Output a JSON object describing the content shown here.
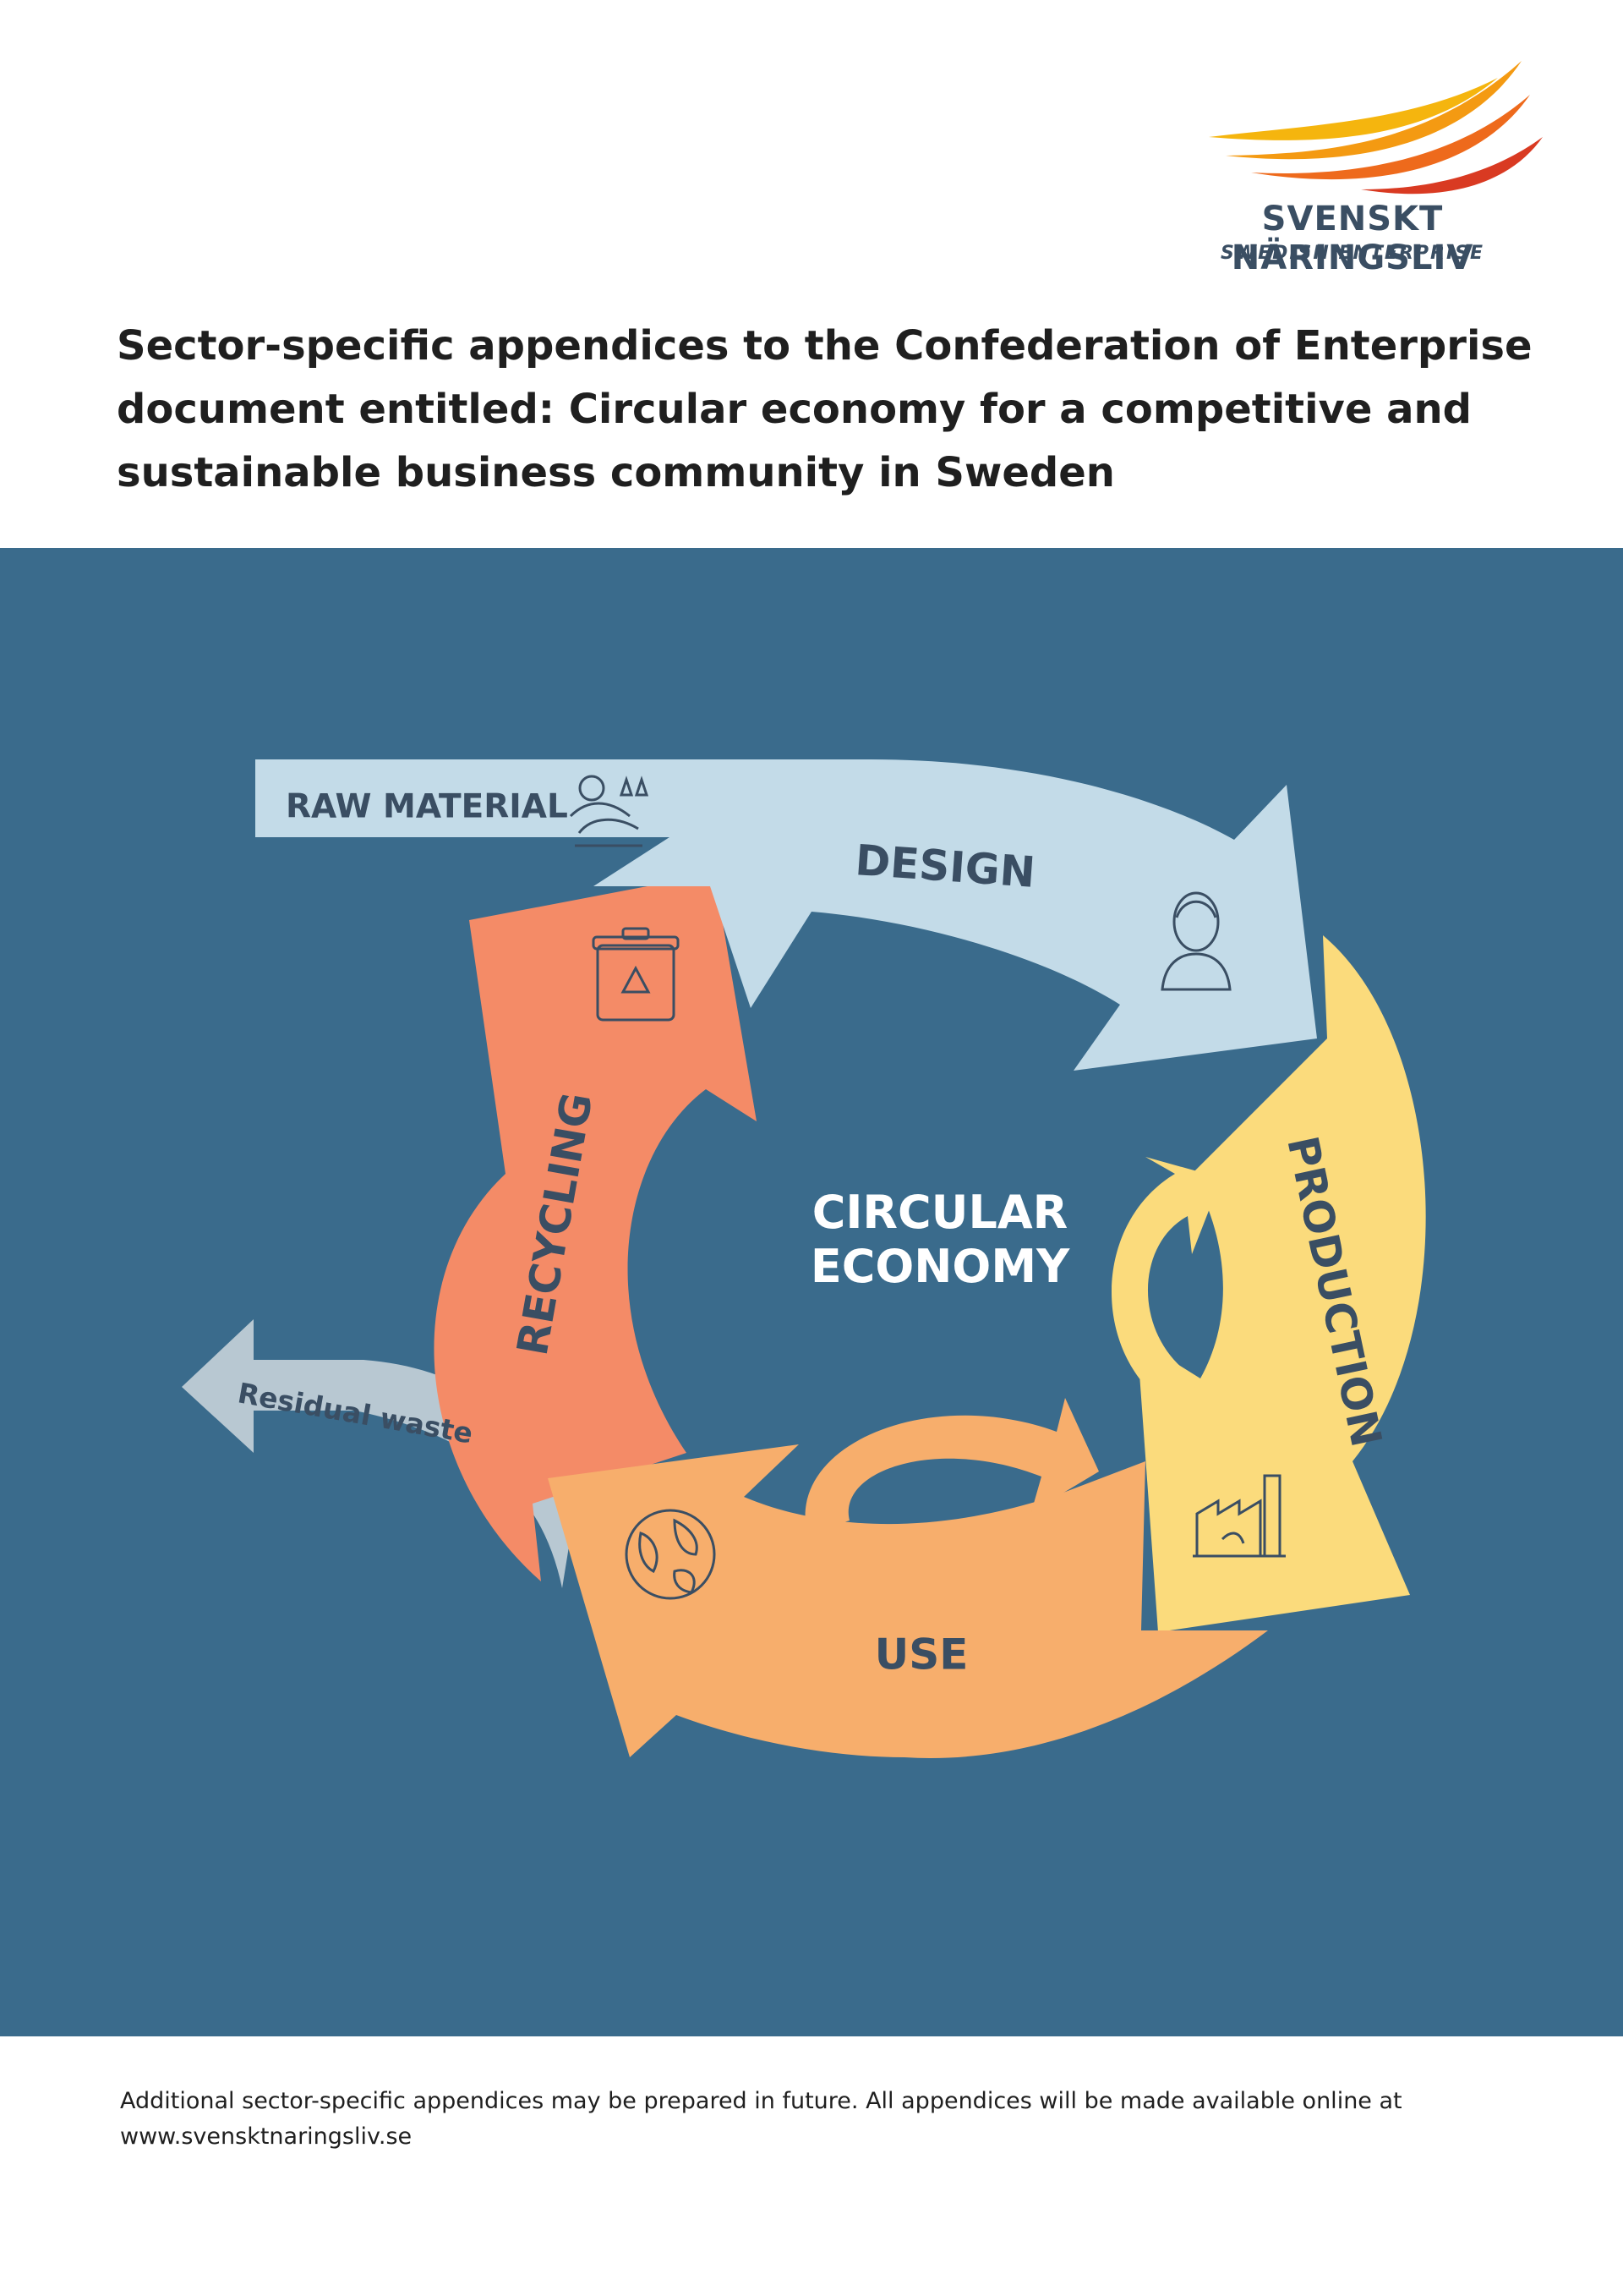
{
  "brand": {
    "name": "SVENSKT NÄRINGSLIV",
    "tagline": "SWEDISH ENTERPRISE"
  },
  "document": {
    "title": "Sector-specific appendices to the Confederation of Enterprise document entitled: Circular economy for a competitive and sustainable business community in Sweden",
    "footnote_line1": "Additional sector-specific appendices may be prepared in future. All appendices will be made available online at",
    "footnote_line2": "www.svensktnaringsliv.se"
  },
  "diagram": {
    "center_line1": "CIRCULAR",
    "center_line2": "ECONOMY",
    "raw_material": "RAW MATERIAL",
    "design": "DESIGN",
    "production": "PRODUCTION",
    "use": "USE",
    "recycling": "RECYCLING",
    "residual_waste": "Residual waste"
  },
  "colors": {
    "panel": "#3a6b8c",
    "design_arrow": "#c3dbe8",
    "production_arrow": "#fbdb7c",
    "use_arrow": "#f7ae6c",
    "recycling_arrow": "#f48b67",
    "residual_arrow": "#b8c8d2",
    "label_text": "#3a4e63"
  },
  "icons": [
    "logo-wing-icon",
    "field-icon",
    "person-icon",
    "factory-icon",
    "globe-icon",
    "recycle-bin-icon"
  ]
}
